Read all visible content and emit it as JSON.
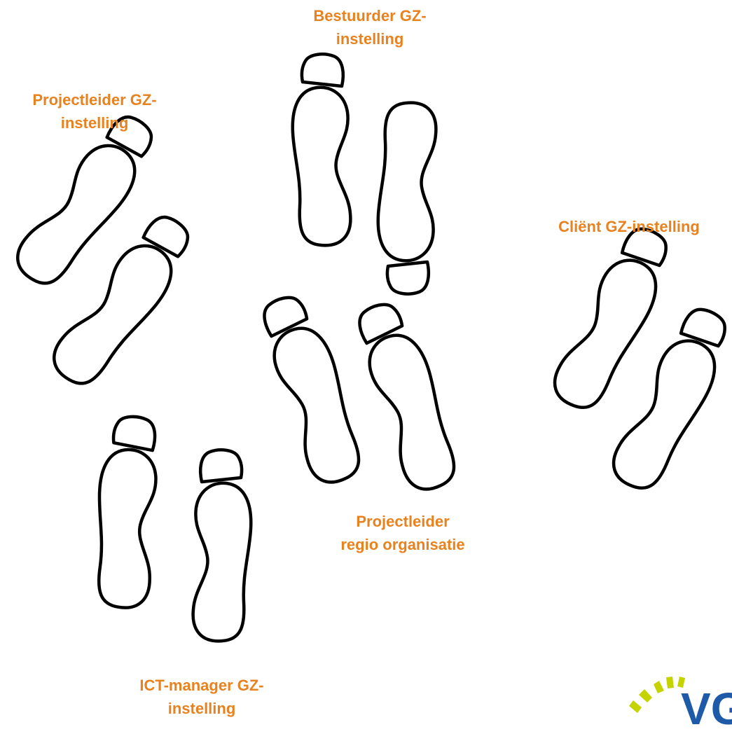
{
  "diagram": {
    "roles": [
      {
        "id": "bestuurder",
        "lines": [
          "Bestuurder GZ-",
          "instelling"
        ]
      },
      {
        "id": "projectleider-gz",
        "lines": [
          "Projectleider GZ-",
          "instelling"
        ]
      },
      {
        "id": "client",
        "lines": [
          "Cliënt GZ-instelling"
        ]
      },
      {
        "id": "projectleider-regio",
        "lines": [
          "Projectleider",
          "regio organisatie"
        ]
      },
      {
        "id": "ict-manager",
        "lines": [
          "ICT-manager GZ-",
          "instelling"
        ]
      }
    ],
    "label_color": "#e8821e",
    "logo": {
      "text": "VG",
      "colors": [
        "#c5d300",
        "#1e5aa8"
      ]
    }
  }
}
